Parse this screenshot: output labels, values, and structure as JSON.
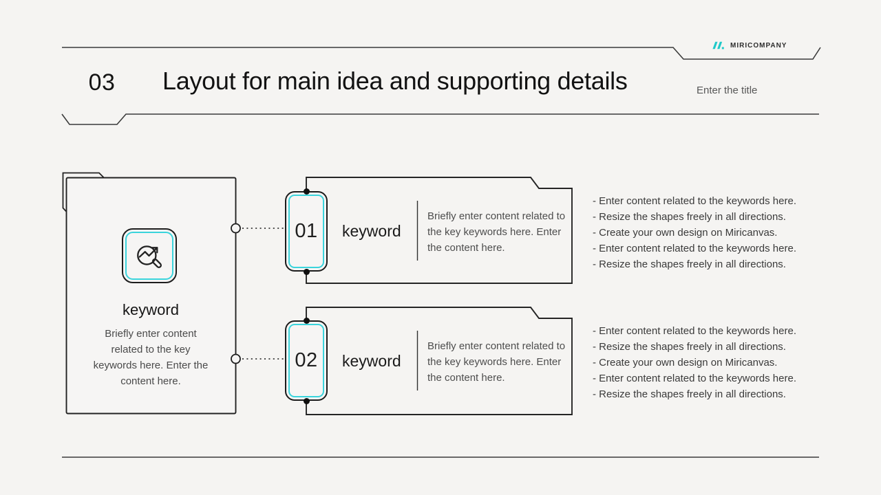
{
  "slide": {
    "background_color": "#f5f4f2",
    "accent_cyan": "#3ad4dc",
    "accent_teal": "#1fc9c9",
    "line_color": "#2b2b2b"
  },
  "header": {
    "brand": "MIRICOMPANY",
    "section_number": "03",
    "title": "Layout for main idea and supporting details",
    "title_placeholder": "Enter the title"
  },
  "main_idea": {
    "icon": "search-trend-icon",
    "keyword": "keyword",
    "description": "Briefly enter content related to the key keywords here. Enter the content here."
  },
  "details": [
    {
      "number": "01",
      "keyword": "keyword",
      "description": "Briefly enter content related to the key keywords here. Enter the content here.",
      "bullets": [
        "- Enter content related to the keywords here.",
        "- Resize the shapes freely in all directions.",
        "- Create your own design on Miricanvas.",
        "- Enter content related to the keywords here.",
        "- Resize the shapes freely in all directions."
      ]
    },
    {
      "number": "02",
      "keyword": "keyword",
      "description": "Briefly enter content related to the key keywords here. Enter the content here.",
      "bullets": [
        "- Enter content related to the keywords here.",
        "- Resize the shapes freely in all directions.",
        "- Create your own design on Miricanvas.",
        "- Enter content related to the keywords here.",
        "- Resize the shapes freely in all directions."
      ]
    }
  ]
}
